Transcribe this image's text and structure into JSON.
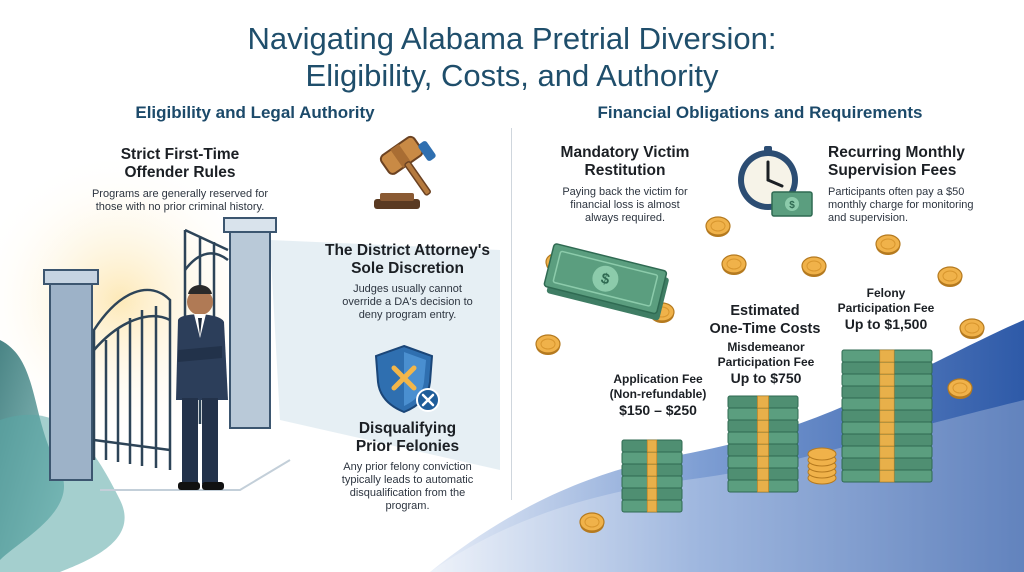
{
  "title": {
    "line1": "Navigating Alabama Pretrial Diversion:",
    "line2": "Eligibility, Costs, and Authority"
  },
  "left": {
    "heading": "Eligibility and Legal Authority",
    "first_time": {
      "title_line1": "Strict First-Time",
      "title_line2": "Offender Rules",
      "body_line1": "Programs are generally reserved for",
      "body_line2": "those with no prior criminal history."
    },
    "da_discretion": {
      "title_line1": "The District Attorney's",
      "title_line2": "Sole Discretion",
      "body_line1": "Judges usually cannot",
      "body_line2": "override a DA's decision to",
      "body_line3": "deny program entry."
    },
    "felonies": {
      "title_line1": "Disqualifying",
      "title_line2": "Prior Felonies",
      "body_line1": "Any prior felony conviction",
      "body_line2": "typically leads to automatic",
      "body_line3": "disqualification from the",
      "body_line4": "program."
    }
  },
  "right": {
    "heading": "Financial Obligations and Requirements",
    "restitution": {
      "title_line1": "Mandatory Victim",
      "title_line2": "Restitution",
      "body_line1": "Paying back the victim for",
      "body_line2": "financial loss is almost",
      "body_line3": "always required."
    },
    "monthly": {
      "title_line1": "Recurring Monthly",
      "title_line2": "Supervision Fees",
      "body_line1": "Participants often pay a $50",
      "body_line2": "monthly charge for monitoring",
      "body_line3": "and supervision."
    },
    "one_time": {
      "title_line1": "Estimated",
      "title_line2": "One-Time Costs"
    },
    "fees": {
      "application": {
        "label_line1": "Application Fee",
        "label_line2": "(Non-refundable)",
        "value": "$150 – $250"
      },
      "misdemeanor": {
        "label_line1": "Misdemeanor",
        "label_line2": "Participation Fee",
        "value": "Up to $750"
      },
      "felony": {
        "label_line1": "Felony",
        "label_line2": "Participation Fee",
        "value": "Up to $1,500"
      }
    }
  },
  "icons": {
    "gavel": "gavel-icon",
    "shield": "shield-x-icon",
    "clock": "clock-dollar-icon",
    "gate": "gate-illustration",
    "person": "attorney-illustration",
    "cash": "cash-bundle-icon",
    "coin": "coin-icon"
  },
  "colors": {
    "title": "#1f4e6b",
    "heading": "#1c4a6a",
    "money_green": "#5b9e7f",
    "band_gold": "#e8b04a",
    "shield_blue": "#2f6fb0",
    "gavel_brown": "#b5773b",
    "wave_blue": "#3a66b0"
  }
}
